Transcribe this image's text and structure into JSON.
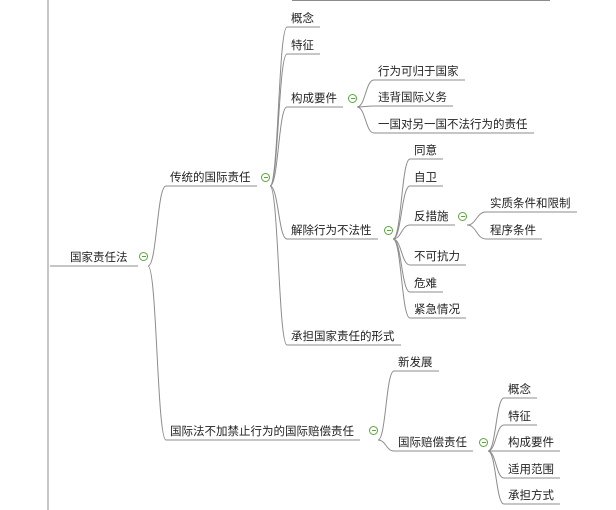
{
  "root": {
    "label": "国家责任法",
    "children": [
      {
        "label": "传统的国际责任",
        "children": [
          {
            "label": "概念"
          },
          {
            "label": "特征"
          },
          {
            "label": "构成要件",
            "children": [
              {
                "label": "行为可归于国家"
              },
              {
                "label": "违背国际义务"
              },
              {
                "label": "一国对另一国不法行为的责任"
              }
            ]
          },
          {
            "label": "解除行为不法性",
            "children": [
              {
                "label": "同意"
              },
              {
                "label": "自卫"
              },
              {
                "label": "反措施",
                "children": [
                  {
                    "label": "实质条件和限制"
                  },
                  {
                    "label": "程序条件"
                  }
                ]
              },
              {
                "label": "不可抗力"
              },
              {
                "label": "危难"
              },
              {
                "label": "紧急情况"
              }
            ]
          },
          {
            "label": "承担国家责任的形式"
          }
        ]
      },
      {
        "label": "国际法不加禁止行为的国际赔偿责任",
        "children": [
          {
            "label": "新发展"
          },
          {
            "label": "国际赔偿责任",
            "children": [
              {
                "label": "概念"
              },
              {
                "label": "特征"
              },
              {
                "label": "构成要件"
              },
              {
                "label": "适用范围"
              },
              {
                "label": "承担方式"
              }
            ]
          }
        ]
      }
    ]
  },
  "colors": {
    "line": "#8c8c8c",
    "toggle": "#58a83a",
    "text": "#222222"
  },
  "icons": {
    "toggle": "collapse-minus-icon"
  }
}
